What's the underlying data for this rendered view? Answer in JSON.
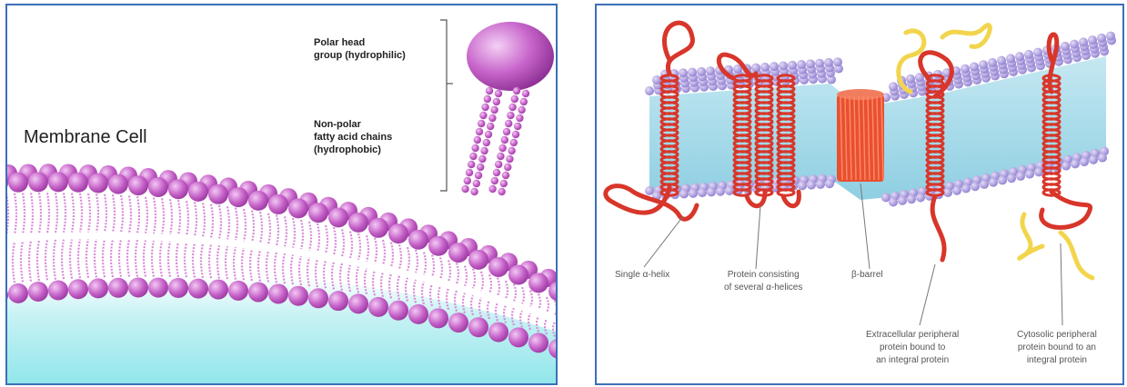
{
  "left": {
    "title": "Membrane Cell",
    "polar_head_line1": "Polar head",
    "polar_head_line2": "group (hydrophilic)",
    "nonpolar_line1": "Non-polar",
    "nonpolar_line2": "fatty acid chains",
    "nonpolar_line3": "(hydrophobic)"
  },
  "right": {
    "single_helix": "Single α-helix",
    "several_helices_line1": "Protein consisting",
    "several_helices_line2": "of several α-helices",
    "beta_barrel": "β-barrel",
    "extracellular_line1": "Extracellular peripheral",
    "extracellular_line2": "protein bound to",
    "extracellular_line3": "an integral protein",
    "cytosolic_line1": "Cytosolic peripheral",
    "cytosolic_line2": "protein bound to an",
    "cytosolic_line3": "integral protein"
  },
  "colors": {
    "panel_border": "#3d6fb8",
    "lipid_head": "#c561c8",
    "lipid_tail": "#d98ad9",
    "cytoplasm": "#9ee8ec",
    "membrane_core": "#aadbe9",
    "protein": "#e0392b",
    "peripheral_protein": "#f0d24a"
  }
}
